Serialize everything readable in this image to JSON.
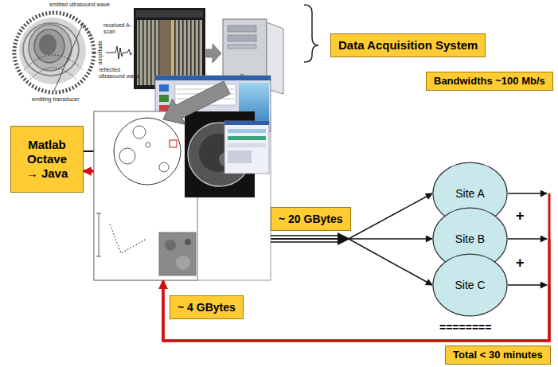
{
  "diagram": {
    "nodes": [
      {
        "text": [
          "Data Acquisition System"
        ]
      },
      {
        "text": [
          "Matlab Octave → Java"
        ]
      },
      {
        "text": [
          "~ 20 GBytes"
        ]
      },
      {
        "text": [
          "Bandwidths ~100 Mb/s"
        ]
      },
      {
        "text": [
          "Site A"
        ]
      },
      {
        "text": [
          "Site B"
        ]
      },
      {
        "text": [
          "Site C"
        ]
      },
      {
        "text": [
          "~ 4 GBytes"
        ]
      },
      {
        "text": [
          "Total  < 30 minutes"
        ]
      }
    ],
    "edges": [
      {
        "from": 1,
        "to": 4,
        "arrow": "to"
      },
      {
        "from": 1,
        "to": 5,
        "arrow": "to"
      },
      {
        "from": 1,
        "to": 6,
        "arrow": "to"
      },
      {
        "from": 4,
        "to": 1,
        "arrow": "to"
      },
      {
        "from": 5,
        "to": 1,
        "arrow": "to"
      },
      {
        "from": 6,
        "to": 1,
        "arrow": "to"
      }
    ],
    "labels": [
      "emitted ultrasound wave",
      "received A-scan",
      "amplitude",
      "reflected ultrasound wave",
      "emitting transducer",
      "+",
      "+",
      "========"
    ]
  }
}
